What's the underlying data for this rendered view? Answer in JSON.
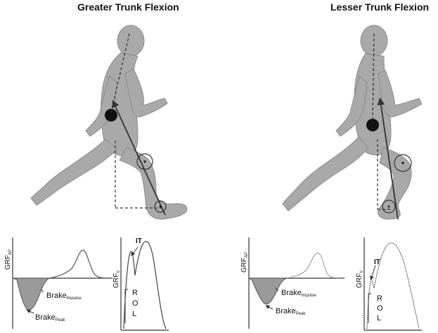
{
  "panels": {
    "left": {
      "title": "Greater Trunk Flexion",
      "graph_ap": {
        "ylabel_main": "GRF",
        "ylabel_sub": "AP",
        "impulse_main": "Brake",
        "impulse_sub": "Impulse",
        "peak_main": "Brake",
        "peak_sub": "Peak"
      },
      "graph_v": {
        "ylabel_main": "GRF",
        "ylabel_sub": "V",
        "it_label": "IT",
        "rol_chars": [
          "R",
          "O",
          "L"
        ]
      }
    },
    "right": {
      "title": "Lesser Trunk Flexion",
      "graph_ap": {
        "ylabel_main": "GRF",
        "ylabel_sub": "AP",
        "impulse_main": "Brake",
        "impulse_sub": "Impulse",
        "peak_main": "Brake",
        "peak_sub": "Peak"
      },
      "graph_v": {
        "ylabel_main": "GRF",
        "ylabel_sub": "V",
        "it_label": "IT",
        "rol_chars": [
          "R",
          "O",
          "L"
        ]
      }
    }
  },
  "colors": {
    "figure_fill": "#a9a9a9",
    "figure_stroke": "#8a8a8a",
    "line": "#333333",
    "shade": "#9a9a9a"
  }
}
